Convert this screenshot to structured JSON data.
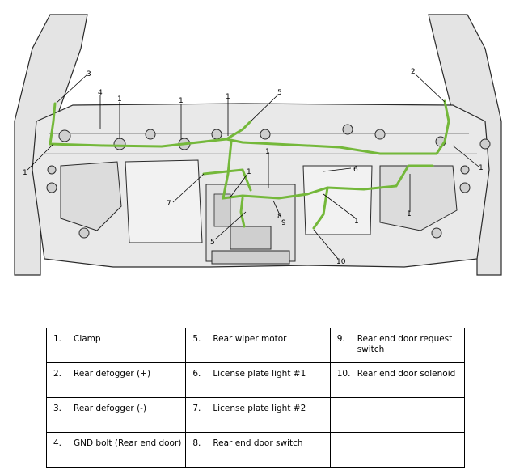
{
  "callouts": {
    "c1a": "1",
    "c1b": "1",
    "c1c": "1",
    "c1d": "1",
    "c1e": "1",
    "c1f": "1",
    "c1g": "1",
    "c1h": "1",
    "c1i": "1",
    "c2": "2",
    "c3": "3",
    "c4": "4",
    "c5a": "5",
    "c5b": "5",
    "c6": "6",
    "c7": "7",
    "c8": "8",
    "c9": "9",
    "c10": "10"
  },
  "legend": {
    "rows": [
      [
        {
          "num": "1.",
          "label": "Clamp"
        },
        {
          "num": "5.",
          "label": "Rear wiper motor"
        },
        {
          "num": "9.",
          "label": "Rear end door request switch"
        }
      ],
      [
        {
          "num": "2.",
          "label": "Rear defogger (+)"
        },
        {
          "num": "6.",
          "label": "License plate light #1"
        },
        {
          "num": "10.",
          "label": "Rear end door solenoid"
        }
      ],
      [
        {
          "num": "3.",
          "label": "Rear defogger (-)"
        },
        {
          "num": "7.",
          "label": "License plate light #2"
        },
        {
          "num": "",
          "label": ""
        }
      ],
      [
        {
          "num": "4.",
          "label": "GND bolt (Rear end door)"
        },
        {
          "num": "8.",
          "label": "Rear end door switch"
        },
        {
          "num": "",
          "label": ""
        }
      ]
    ]
  },
  "colors": {
    "harness": "#74b83a",
    "panel": "#e9e9e9",
    "outline": "#2a2a2a"
  }
}
